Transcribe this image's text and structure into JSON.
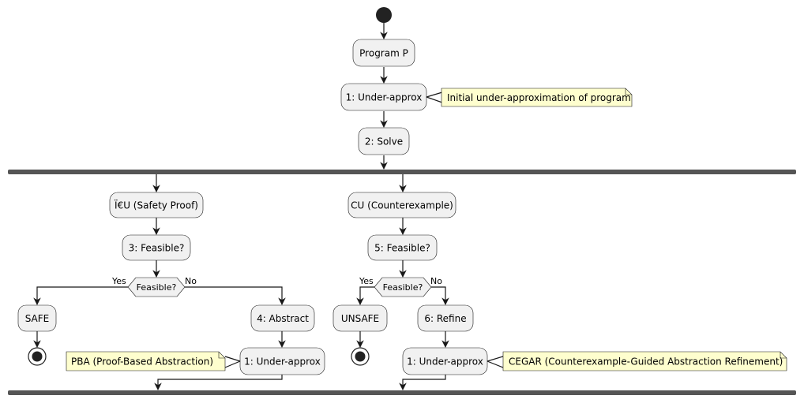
{
  "diagram": {
    "nodes": {
      "program": "Program P",
      "underapprox_1": "1: Under-approx",
      "solve": "2: Solve",
      "safety_proof": "Ï€U (Safety Proof)",
      "feasible_3": "3: Feasible?",
      "safe": "SAFE",
      "abstract_4": "4: Abstract",
      "underapprox_left": "1: Under-approx",
      "counterexample": "CU (Counterexample)",
      "feasible_5": "5: Feasible?",
      "unsafe": "UNSAFE",
      "refine_6": "6: Refine",
      "underapprox_right": "1: Under-approx"
    },
    "decisions": {
      "left": {
        "label": "Feasible?",
        "yes": "Yes",
        "no": "No"
      },
      "right": {
        "label": "Feasible?",
        "yes": "Yes",
        "no": "No"
      }
    },
    "notes": {
      "initial": "Initial under-approximation of program",
      "pba": "PBA (Proof-Based Abstraction)",
      "cegar": "CEGAR (Counterexample-Guided Abstraction Refinement)"
    },
    "colors": {
      "activity_fill": "#f1f1f1",
      "note_fill": "#fefece",
      "line": "#181818",
      "bar": "#555555"
    }
  }
}
